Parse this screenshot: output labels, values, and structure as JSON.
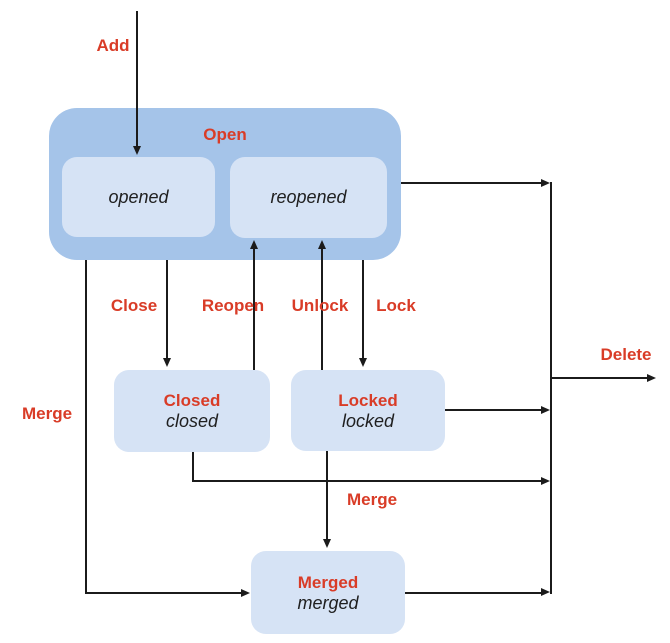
{
  "diagram": {
    "type": "state-transition-diagram",
    "nodes": {
      "open_group": {
        "title": "Open"
      },
      "opened": {
        "state": "opened"
      },
      "reopened": {
        "state": "reopened"
      },
      "closed": {
        "title": "Closed",
        "state": "closed"
      },
      "locked": {
        "title": "Locked",
        "state": "locked"
      },
      "merged": {
        "title": "Merged",
        "state": "merged"
      }
    },
    "edges": {
      "add": {
        "label": "Add",
        "from": "start",
        "to": "opened"
      },
      "close": {
        "label": "Close",
        "from": "open_group",
        "to": "closed"
      },
      "reopen": {
        "label": "Reopen",
        "from": "closed",
        "to": "reopened"
      },
      "unlock": {
        "label": "Unlock",
        "from": "locked",
        "to": "reopened"
      },
      "lock": {
        "label": "Lock",
        "from": "open_group",
        "to": "locked"
      },
      "merge_open": {
        "label": "Merge",
        "from": "open_group",
        "to": "merged"
      },
      "merge_locked": {
        "label": "Merge",
        "from": "locked",
        "to": "merged"
      },
      "delete": {
        "label": "Delete",
        "from": "open_group,closed,locked,merged",
        "to": "end"
      }
    },
    "colors": {
      "container_fill": "#a5c4e9",
      "node_fill": "#d6e3f5",
      "label_red": "#d93c27",
      "line_color": "#1b1b1b",
      "state_text": "#1f1f1f",
      "canvas_bg": "#ffffff"
    }
  }
}
